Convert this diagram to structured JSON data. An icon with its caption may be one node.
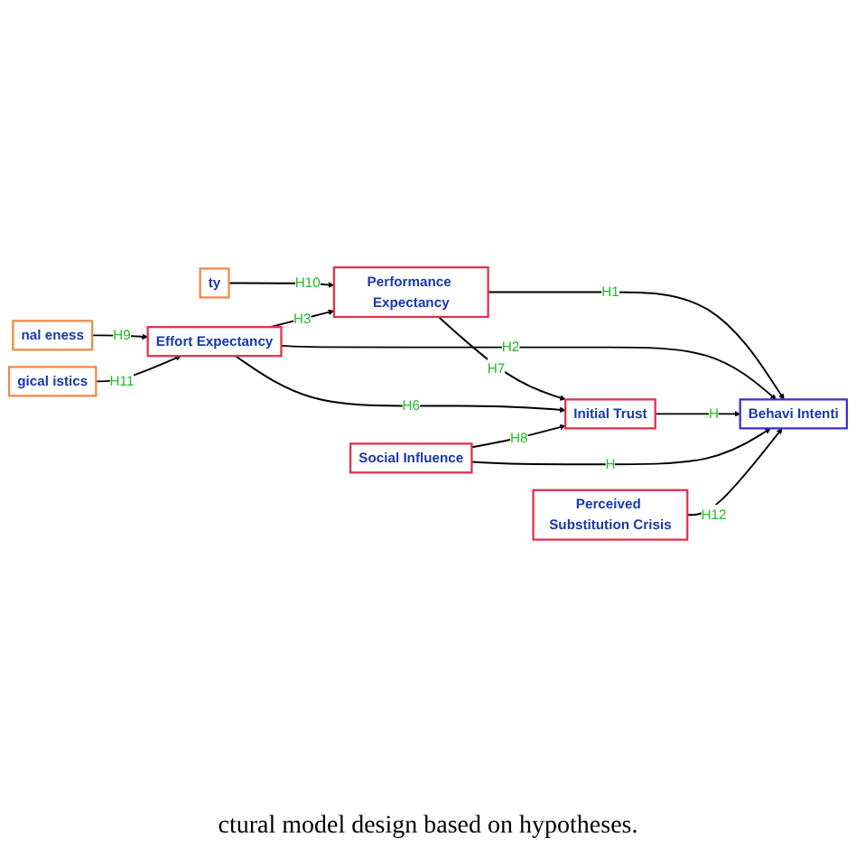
{
  "diagram": {
    "caption": "ctural model design based on hypotheses.",
    "nodes": [
      {
        "text": [
          "Initial Trust"
        ]
      },
      {
        "text": [
          "ty"
        ]
      },
      {
        "text": [
          "Performance Expectancy"
        ]
      },
      {
        "text": [
          "Behavi Intenti"
        ]
      },
      {
        "text": [
          "nal eness"
        ]
      },
      {
        "text": [
          "Effort Expectancy"
        ]
      },
      {
        "text": [
          "Social Influence"
        ]
      },
      {
        "text": [
          "gical istics"
        ]
      },
      {
        "text": [
          "Perceived Substitution Crisis"
        ]
      }
    ],
    "edges": [
      {
        "from": 1,
        "to": 2,
        "arrow": "to",
        "label": "H10"
      },
      {
        "from": 4,
        "to": 5,
        "arrow": "to",
        "label": "H9"
      },
      {
        "from": 7,
        "to": 5,
        "arrow": "to",
        "label": "H11"
      },
      {
        "from": 5,
        "to": 2,
        "arrow": "to",
        "label": "H3"
      },
      {
        "from": 2,
        "to": 0,
        "arrow": "to",
        "label": "H7"
      },
      {
        "from": 5,
        "to": 0,
        "arrow": "to",
        "label": "H6"
      },
      {
        "from": 6,
        "to": 0,
        "arrow": "to",
        "label": "H8"
      },
      {
        "from": 2,
        "to": 3,
        "arrow": "to",
        "label": "H1"
      },
      {
        "from": 5,
        "to": 3,
        "arrow": "to",
        "label": "H2"
      },
      {
        "from": 0,
        "to": 3,
        "arrow": "to",
        "label": "H"
      },
      {
        "from": 6,
        "to": 3,
        "arrow": "to",
        "label": "H"
      },
      {
        "from": 8,
        "to": 3,
        "arrow": "to",
        "label": "H12"
      }
    ]
  }
}
